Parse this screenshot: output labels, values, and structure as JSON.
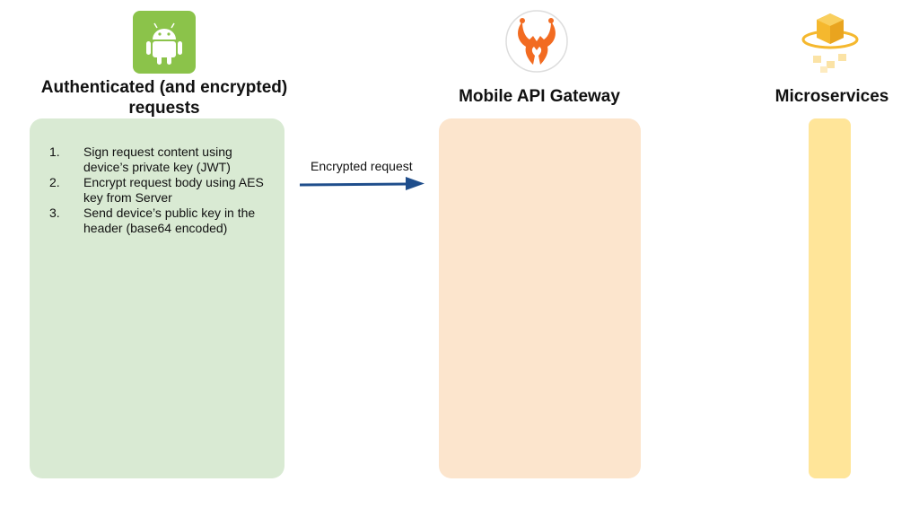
{
  "columns": {
    "client": {
      "heading": "Authenticated (and encrypted) requests",
      "icon": "android-icon",
      "panel_color": "#d9ead3",
      "steps": [
        {
          "num": "1.",
          "text": "Sign request content using device’s private key (JWT)"
        },
        {
          "num": "2.",
          "text": "Encrypt request body using AES key from Server"
        },
        {
          "num": "3.",
          "text": "Send device’s public key in the header (base64 encoded)"
        }
      ]
    },
    "gateway": {
      "heading": "Mobile API Gateway",
      "icon": "gateway-logo-icon",
      "panel_color": "#fce5cd"
    },
    "services": {
      "heading": "Microservices",
      "icon": "microservices-cube-icon",
      "panel_color": "#ffe599"
    }
  },
  "connector": {
    "label": "Encrypted request",
    "color": "#1f4e8c"
  },
  "colors": {
    "android_green": "#8bc34a",
    "gateway_orange": "#f26b21",
    "cube_yellow": "#f5b82e"
  }
}
